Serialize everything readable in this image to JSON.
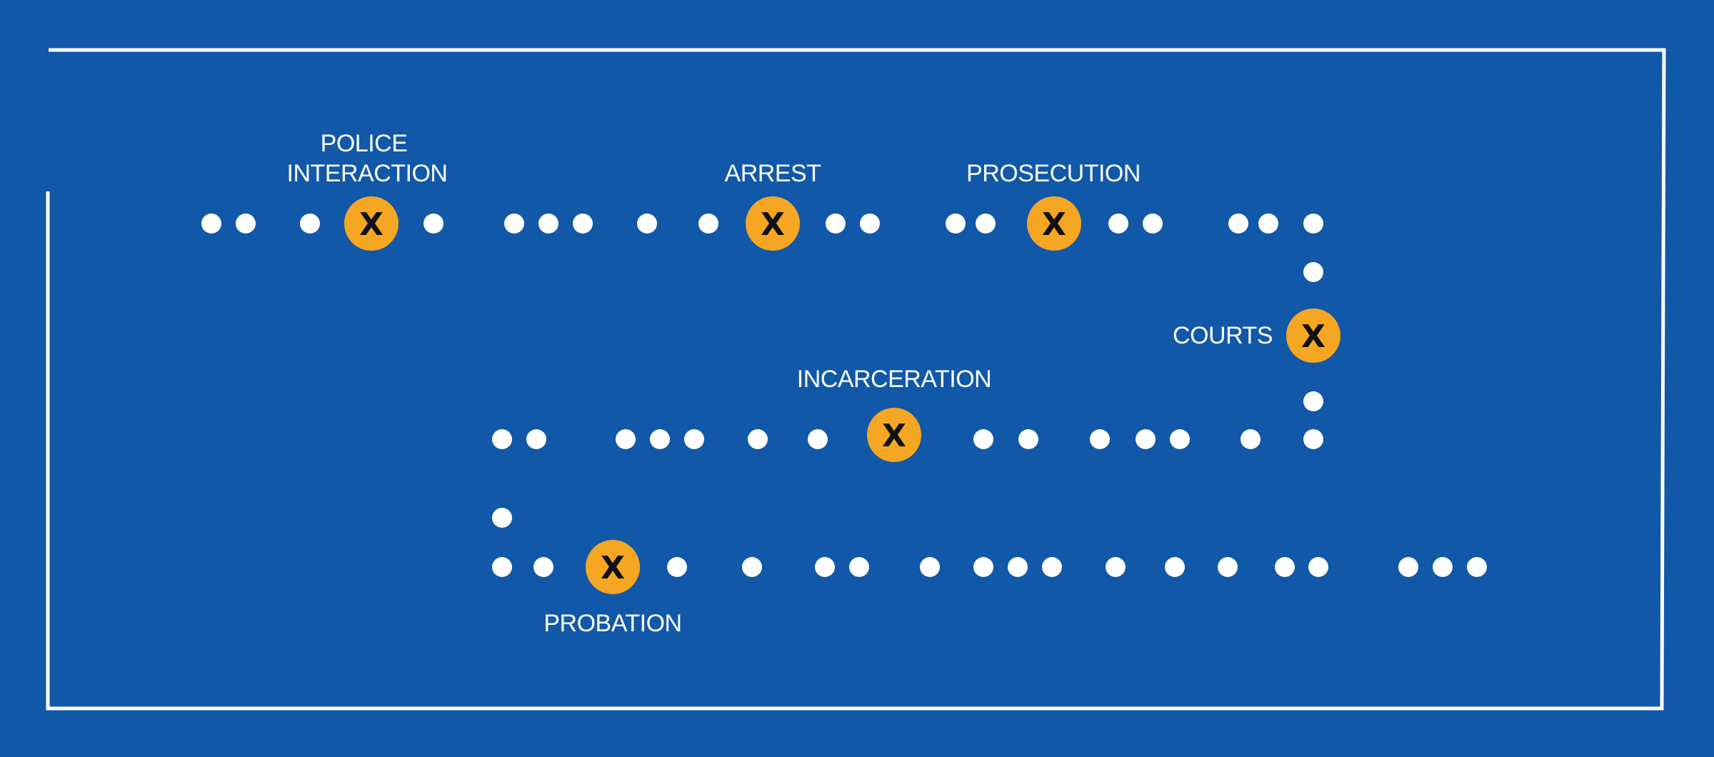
{
  "colors": {
    "background": "#1158a8",
    "border": "#ffffff",
    "dot": "#ffffff",
    "marker": "#f5a623",
    "marker_text": "#111111",
    "label": "#ffffff"
  },
  "marker_glyph": "X",
  "stages": [
    {
      "id": "police-interaction",
      "lines": [
        "POLICE",
        "INTERACTION"
      ]
    },
    {
      "id": "arrest",
      "lines": [
        "ARREST"
      ]
    },
    {
      "id": "prosecution",
      "lines": [
        "PROSECUTION"
      ]
    },
    {
      "id": "courts",
      "lines": [
        "COURTS"
      ]
    },
    {
      "id": "incarceration",
      "lines": [
        "INCARCERATION"
      ]
    },
    {
      "id": "probation",
      "lines": [
        "PROBATION"
      ]
    }
  ]
}
